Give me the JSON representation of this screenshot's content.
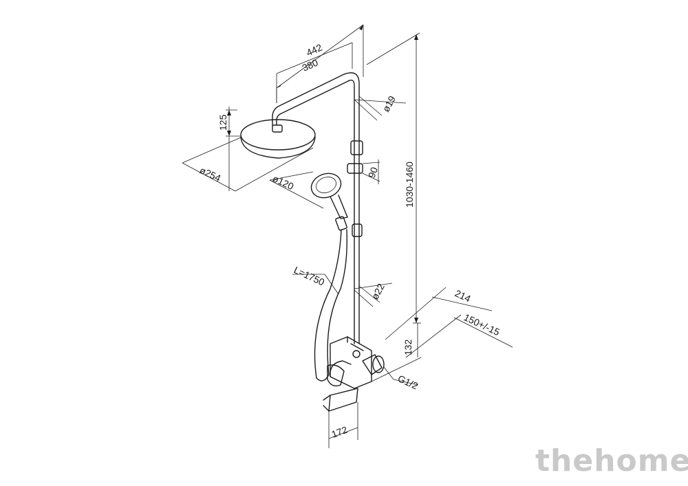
{
  "dimensions": {
    "d442": "442",
    "d380": "380",
    "d125": "125",
    "d19": "ø19",
    "d254": "ø254",
    "d120": "ø120",
    "d90": "90",
    "d1030_1460": "1030-1460",
    "dL1750": "L=1750",
    "d22": "ø22",
    "d214": "214",
    "d150": "150+/-15",
    "d132": "132",
    "dG12": "G1/2",
    "d172": "172"
  },
  "watermark": "thehome"
}
